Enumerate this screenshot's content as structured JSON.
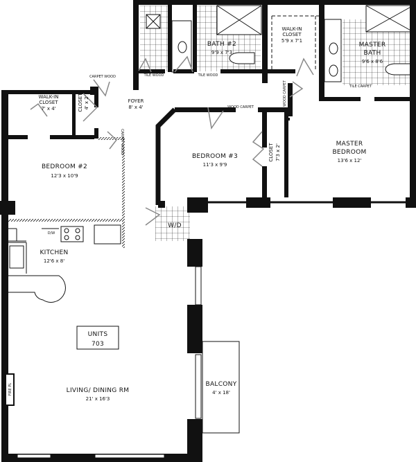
{
  "plan": {
    "unit_box": {
      "line1": "UNITS",
      "line2": "703"
    },
    "rooms": {
      "bath2": {
        "name": "BATH #2",
        "dims": "9'9 x 7'3"
      },
      "walkin_master": {
        "name1": "WALK-IN",
        "name2": "CLOSET",
        "dims": "5'9 x 7'1"
      },
      "master_bath": {
        "name1": "MASTER",
        "name2": "BATH",
        "dims": "9'6 x 8'6"
      },
      "walkin_bed2": {
        "name1": "WALK-IN",
        "name2": "CLOSET",
        "dims": "7' x 4'"
      },
      "closet_foyer": {
        "name": "CLOSET",
        "dims": "4' x 2'"
      },
      "foyer": {
        "name": "FOYER",
        "dims": "8' x 4'"
      },
      "bedroom3": {
        "name": "BEDROOM #3",
        "dims": "11'3 x 9'9"
      },
      "closet_bed3": {
        "name": "CLOSET",
        "dims": "7'3 x 2'"
      },
      "master_bedroom": {
        "name1": "MASTER",
        "name2": "BEDROOM",
        "dims": "13'6 x 12'"
      },
      "bedroom2": {
        "name": "BEDROOM #2",
        "dims": "12'3 x 10'9"
      },
      "kitchen": {
        "name": "KITCHEN",
        "dims": "12'6 x 8'"
      },
      "living": {
        "name": "LIVING/ DINING RM",
        "dims": "21' x 16'3"
      },
      "balcony": {
        "name": "BALCONY",
        "dims": "4' x 18'"
      }
    },
    "fixtures": {
      "washer_dryer": "W/D",
      "dishwasher": "D/W",
      "fireplace": "FIRE PL"
    },
    "floor_transitions": {
      "carpet_wood": "CARPET WOOD",
      "tile_wood": "TILE WOOD",
      "wood_carpet": "WOOD CARPET",
      "tile_carpet": "TILE CARPET"
    }
  }
}
